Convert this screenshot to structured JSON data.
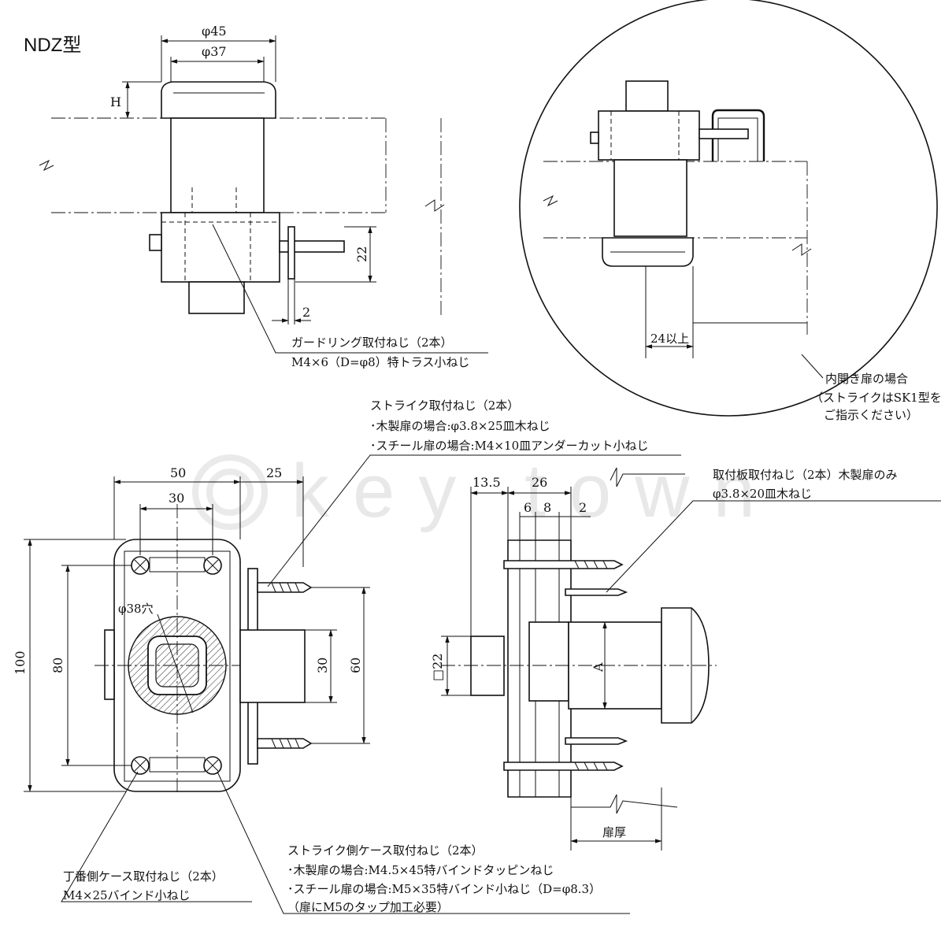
{
  "title": "NDZ型",
  "watermark": "key town",
  "dims": {
    "phi45": "φ45",
    "phi37": "φ37",
    "h": "H",
    "d22": "22",
    "d2": "2",
    "d24": "24以上",
    "d50": "50",
    "d25": "25",
    "d30a": "30",
    "d100": "100",
    "d80": "80",
    "d30b": "30",
    "d60": "60",
    "phi38": "φ38穴",
    "d135": "13.5",
    "d26": "26",
    "d6": "6",
    "d8": "8",
    "d2b": "2",
    "sq22": "□22",
    "a": "A",
    "door": "扉厚"
  },
  "notes": {
    "guard1": "ガードリング取付ねじ（2本）",
    "guard2": "M4×6（D=φ8）特トラス小ねじ",
    "inward1": "内開き扉の場合",
    "inward2": "（ストライクはSK1型を",
    "inward3": "ご指示ください）",
    "strike1": "ストライク取付ねじ（2本）",
    "strike2": "･木製扉の場合:φ3.8×25皿木ねじ",
    "strike3": "･スチール扉の場合:M4×10皿アンダーカット小ねじ",
    "plate1": "取付板取付ねじ（2本）木製扉のみ",
    "plate2": "φ3.8×20皿木ねじ",
    "case1": "ストライク側ケース取付ねじ（2本）",
    "case2": "･木製扉の場合:M4.5×45特バインドタッピンねじ",
    "case3": "･スチール扉の場合:M5×35特バインド小ねじ（D=φ8.3）",
    "case4": "（扉にM5のタップ加工必要）",
    "hinge1": "丁番側ケース取付ねじ（2本）",
    "hinge2": "M4×25バインド小ねじ"
  }
}
